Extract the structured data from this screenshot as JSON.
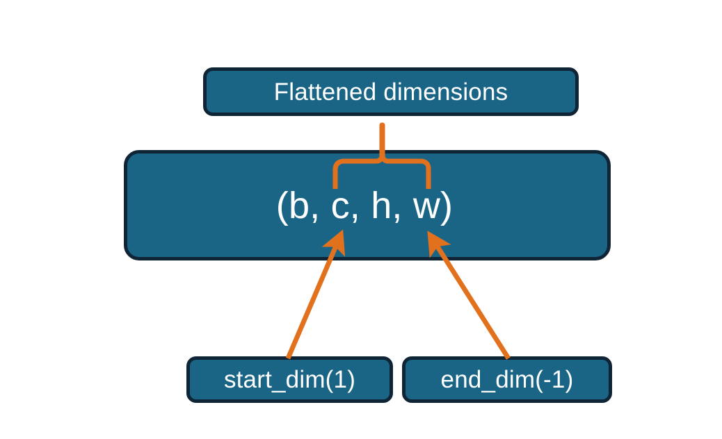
{
  "diagram": {
    "title": "Flatten start_dim and end_dim over tensor shape",
    "background_color": "#ffffff",
    "node_fill_color": "#1a6586",
    "node_border_color": "#0f2536",
    "node_text_color": "#ffffff",
    "connector_color": "#e2711d"
  },
  "nodes": {
    "flattened": {
      "label": "Flattened dimensions",
      "role": "annotation-box-top"
    },
    "shape": {
      "label": "(b, c, h, w)",
      "role": "tensor-shape-box",
      "dims": [
        "b",
        "c",
        "h",
        "w"
      ]
    },
    "start_dim": {
      "label": "start_dim(1)",
      "role": "parameter-box",
      "value": "1"
    },
    "end_dim": {
      "label": "end_dim(-1)",
      "role": "parameter-box",
      "value": "-1"
    }
  },
  "connectors": [
    {
      "name": "brace-over-flattened-dims",
      "type": "curly-brace",
      "from": "shape",
      "to": "flattened",
      "spans_dims": [
        "c",
        "h",
        "w"
      ],
      "color": "#e2711d"
    },
    {
      "name": "start-dim-arrow",
      "type": "arrow",
      "from": "start_dim",
      "to": "shape",
      "points_at_dim": "c",
      "color": "#e2711d"
    },
    {
      "name": "end-dim-arrow",
      "type": "arrow",
      "from": "end_dim",
      "to": "shape",
      "points_at_dim": "w",
      "color": "#e2711d"
    }
  ]
}
